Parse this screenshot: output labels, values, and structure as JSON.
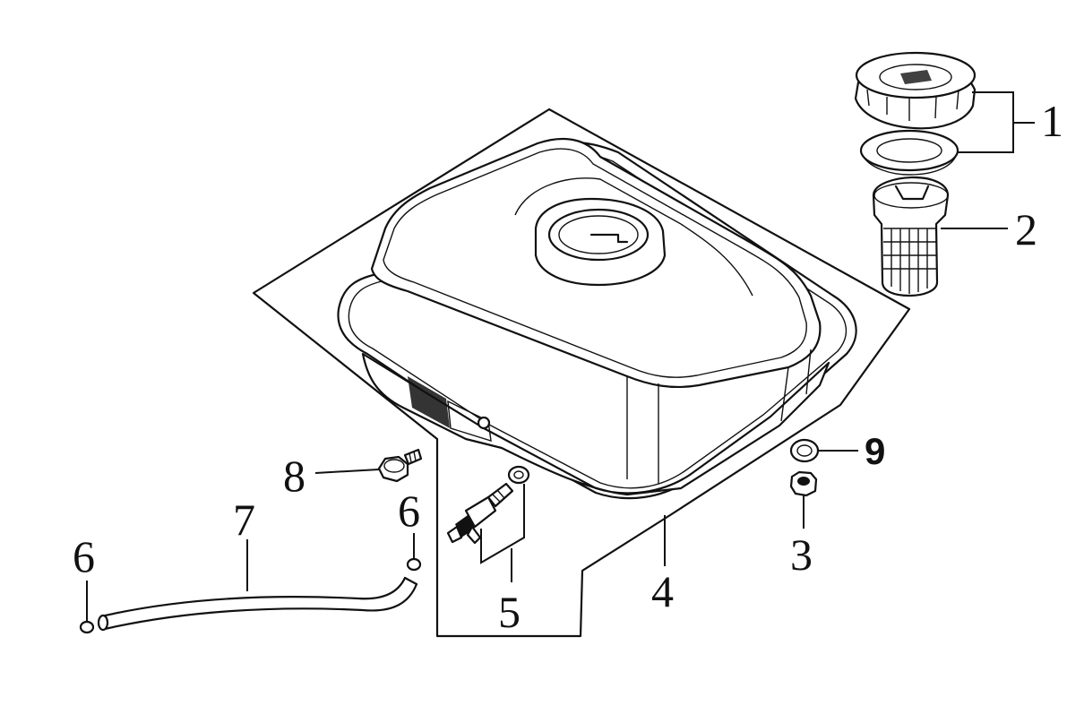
{
  "diagram": {
    "parts": [
      {
        "id": "1",
        "label": "1",
        "name": "fuel-cap-and-gasket"
      },
      {
        "id": "2",
        "label": "2",
        "name": "fuel-filter-strainer"
      },
      {
        "id": "3",
        "label": "3",
        "name": "nut"
      },
      {
        "id": "4",
        "label": "4",
        "name": "fuel-tank"
      },
      {
        "id": "5",
        "label": "5",
        "name": "fuel-valve-with-washer"
      },
      {
        "id": "6a",
        "label": "6",
        "name": "hose-clamp-left"
      },
      {
        "id": "6b",
        "label": "6",
        "name": "hose-clamp-right"
      },
      {
        "id": "7",
        "label": "7",
        "name": "fuel-hose"
      },
      {
        "id": "8",
        "label": "8",
        "name": "bolt"
      },
      {
        "id": "9",
        "label": "9",
        "name": "washer"
      }
    ]
  }
}
